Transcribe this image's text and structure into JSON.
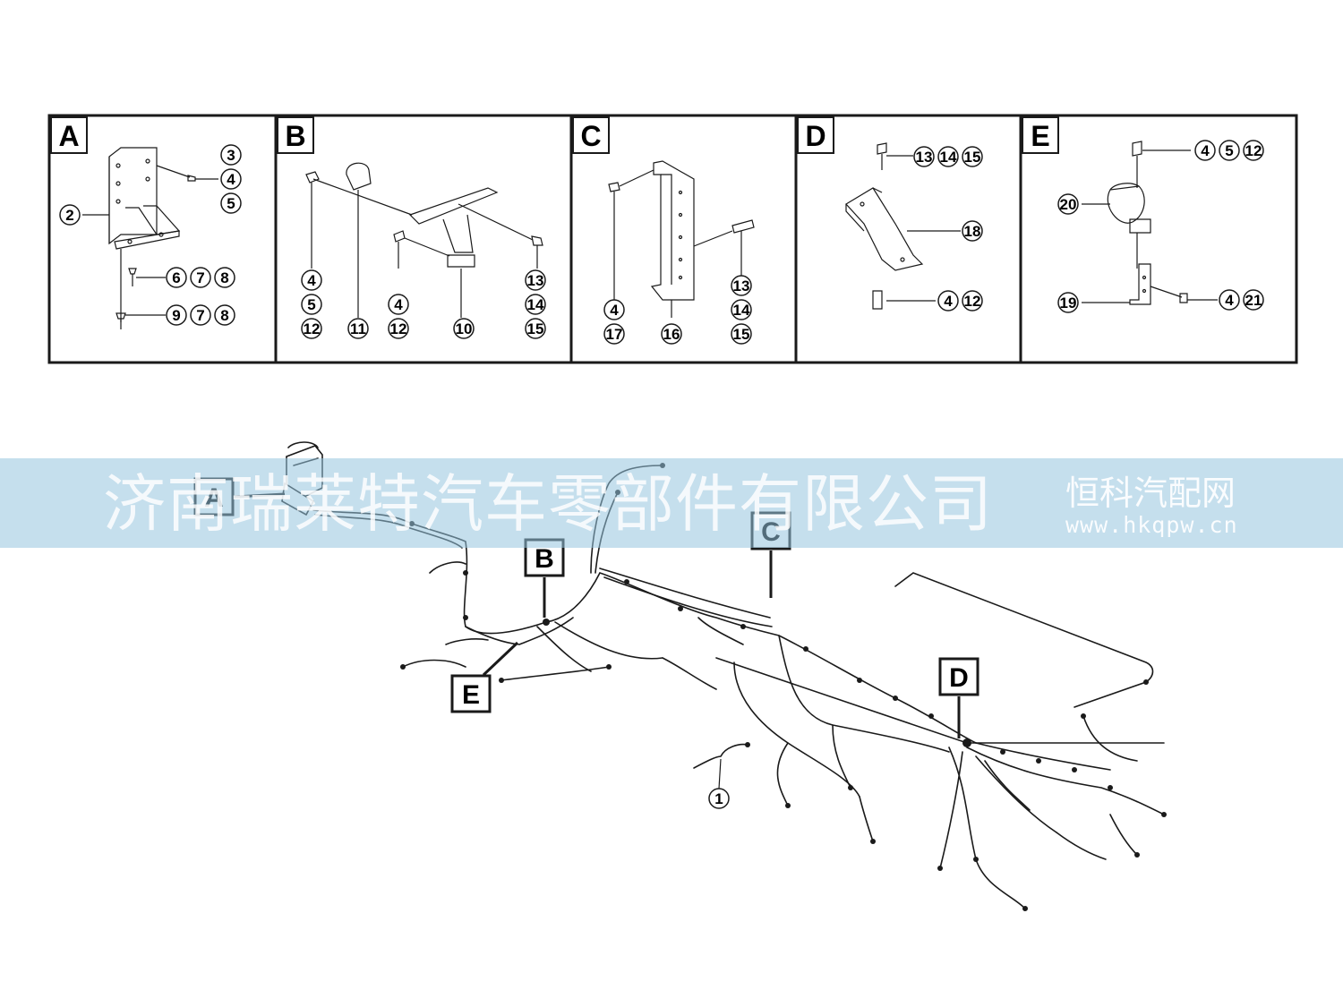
{
  "panels": [
    {
      "letter": "A",
      "callouts": {
        "top": [
          "3",
          "4",
          "5"
        ],
        "left": "2",
        "row1": [
          "6",
          "7",
          "8"
        ],
        "row2": [
          "9",
          "7",
          "8"
        ]
      }
    },
    {
      "letter": "B",
      "callouts": {
        "col1": [
          "4",
          "5",
          "12"
        ],
        "col2": [
          "11"
        ],
        "col3": [
          "4",
          "12"
        ],
        "col4": [
          "10"
        ],
        "col5": [
          "13",
          "14",
          "15"
        ]
      }
    },
    {
      "letter": "C",
      "callouts": {
        "col1": [
          "4",
          "17"
        ],
        "col2": [
          "16"
        ],
        "col3": [
          "13",
          "14",
          "15"
        ]
      }
    },
    {
      "letter": "D",
      "callouts": {
        "top": [
          "13",
          "14",
          "15"
        ],
        "mid": "18",
        "bottom": [
          "4",
          "12"
        ]
      }
    },
    {
      "letter": "E",
      "callouts": {
        "top": [
          "4",
          "5",
          "12"
        ],
        "clamp": "20",
        "bracket": "19",
        "bolt": [
          "4",
          "21"
        ]
      }
    }
  ],
  "main_labels": {
    "A": "A",
    "B": "B",
    "C": "C",
    "D": "D",
    "E": "E",
    "harness": "1"
  },
  "watermark": {
    "company": "济南瑞莱特汽车零部件有限公司",
    "site_name": "恒科汽配网",
    "url": "www.hkqpw.cn"
  },
  "colors": {
    "line": "#1a1a1a",
    "watermark_band": "#96c4de"
  }
}
